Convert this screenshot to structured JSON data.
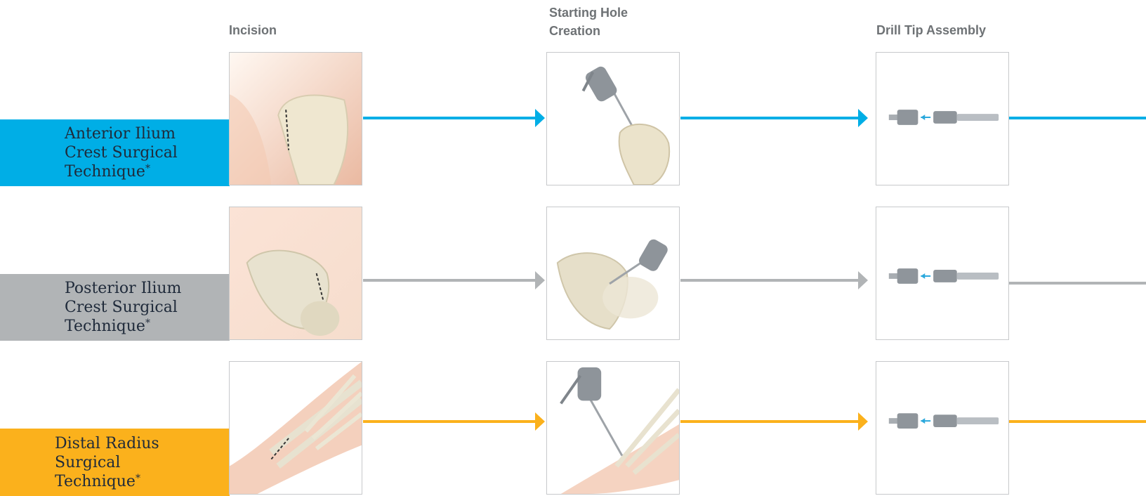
{
  "headers": {
    "incision": "Incision",
    "starting_hole": "Starting Hole\nCreation",
    "drill_tip": "Drill Tip Assembly"
  },
  "rows": [
    {
      "label_lines": [
        "Anterior Ilium",
        "Crest Surgical",
        "Technique"
      ],
      "mark": "*",
      "color": "#00aee6"
    },
    {
      "label_lines": [
        "Posterior Ilium",
        "Crest Surgical",
        "Technique"
      ],
      "mark": "*",
      "color": "#b1b4b6"
    },
    {
      "label_lines": [
        "Distal Radius",
        "Surgical",
        "Technique"
      ],
      "mark": "*",
      "color": "#fbb11c"
    }
  ],
  "icons": {
    "incision_anterior": "pelvis-anterior-incision-illustration",
    "incision_posterior": "pelvis-posterior-incision-illustration",
    "incision_radius": "wrist-incision-illustration",
    "hole_anterior": "mallet-pin-anterior-illustration",
    "hole_posterior": "mallet-pin-posterior-illustration",
    "hole_radius": "mallet-pin-wrist-illustration",
    "drill": "drill-tip-assembly-illustration"
  }
}
